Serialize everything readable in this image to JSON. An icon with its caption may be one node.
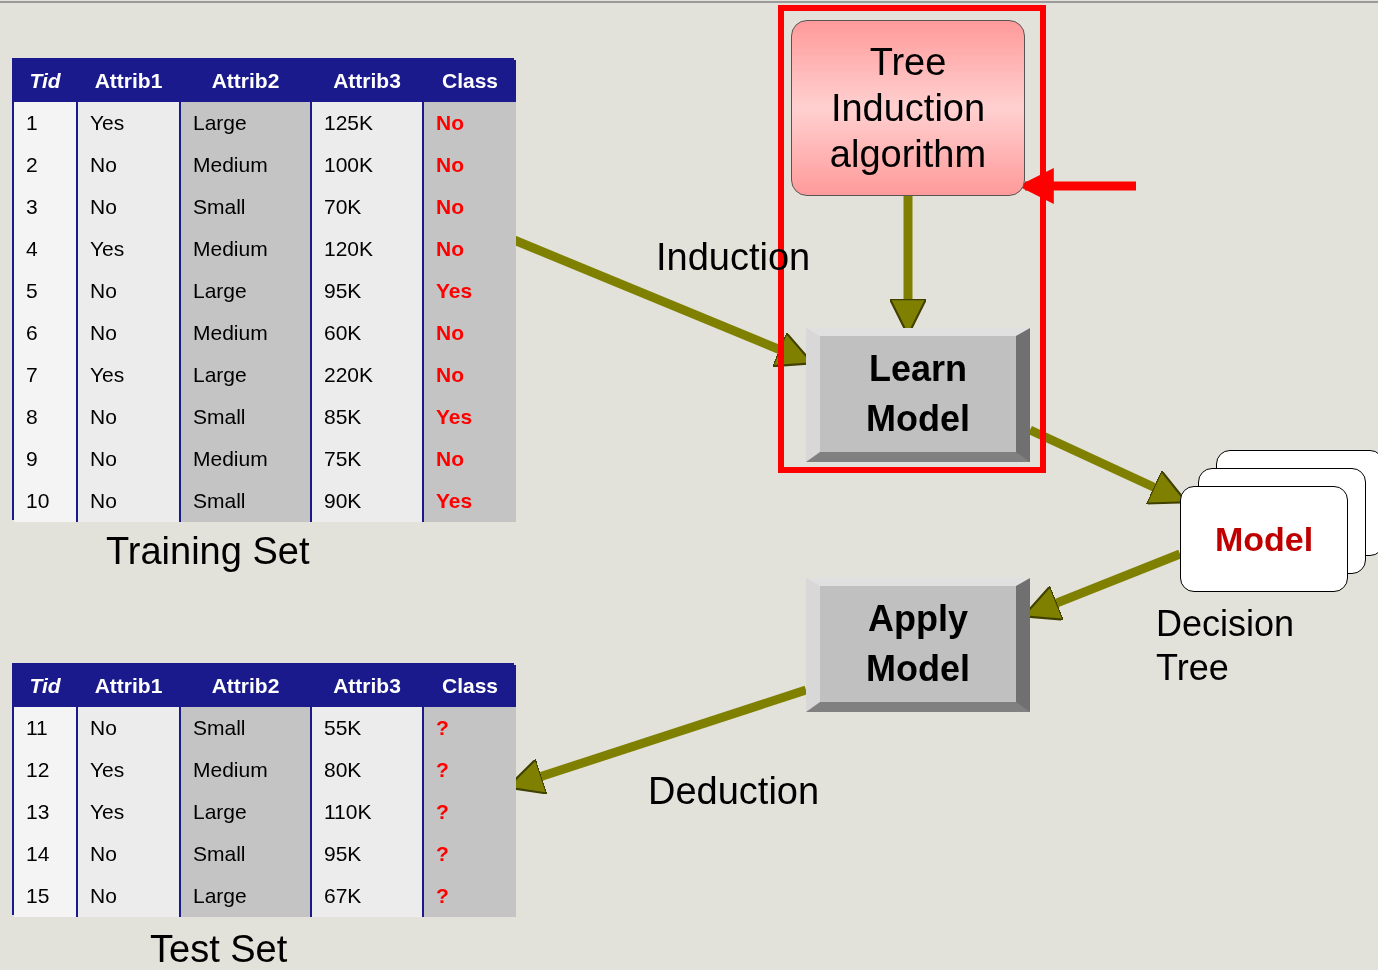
{
  "diagram": {
    "nodes": [
      {
        "text": [
          "Training Set"
        ]
      },
      {
        "text": [
          "Test Set"
        ]
      },
      {
        "text": [
          "Tree Induction algorithm"
        ]
      },
      {
        "text": [
          "Learn Model"
        ]
      },
      {
        "text": [
          "Apply Model"
        ]
      },
      {
        "text": [
          "Model"
        ],
        "beside": [
          "Decision Tree"
        ]
      }
    ],
    "edges": [
      {
        "from": 0,
        "to": 3,
        "arrow": "to",
        "label": "Induction"
      },
      {
        "from": 2,
        "to": 3,
        "arrow": "to"
      },
      {
        "from": 3,
        "to": 5,
        "arrow": "to"
      },
      {
        "from": 5,
        "to": 4,
        "arrow": "to"
      },
      {
        "from": 4,
        "to": 1,
        "arrow": "to",
        "label": "Deduction"
      },
      {
        "from": null,
        "to": 2,
        "arrow": "to",
        "color": "#ff0000"
      }
    ],
    "labels": [
      "Tid",
      "Attrib1",
      "Attrib2",
      "Attrib3",
      "Class",
      "1",
      "Yes",
      "Large",
      "125K",
      "No",
      "2",
      "No",
      "Medium",
      "100K",
      "No",
      "3",
      "No",
      "Small",
      "70K",
      "No",
      "4",
      "Yes",
      "Medium",
      "120K",
      "No",
      "5",
      "No",
      "Large",
      "95K",
      "Yes",
      "6",
      "No",
      "Medium",
      "60K",
      "No",
      "7",
      "Yes",
      "Large",
      "220K",
      "No",
      "8",
      "No",
      "Small",
      "85K",
      "Yes",
      "9",
      "No",
      "Medium",
      "75K",
      "No",
      "10",
      "No",
      "Small",
      "90K",
      "Yes",
      "Tid",
      "Attrib1",
      "Attrib2",
      "Attrib3",
      "Class",
      "11",
      "No",
      "Small",
      "55K",
      "?",
      "12",
      "Yes",
      "Medium",
      "80K",
      "?",
      "13",
      "Yes",
      "Large",
      "110K",
      "?",
      "14",
      "No",
      "Small",
      "95K",
      "?",
      "15",
      "No",
      "Large",
      "67K",
      "?"
    ]
  }
}
